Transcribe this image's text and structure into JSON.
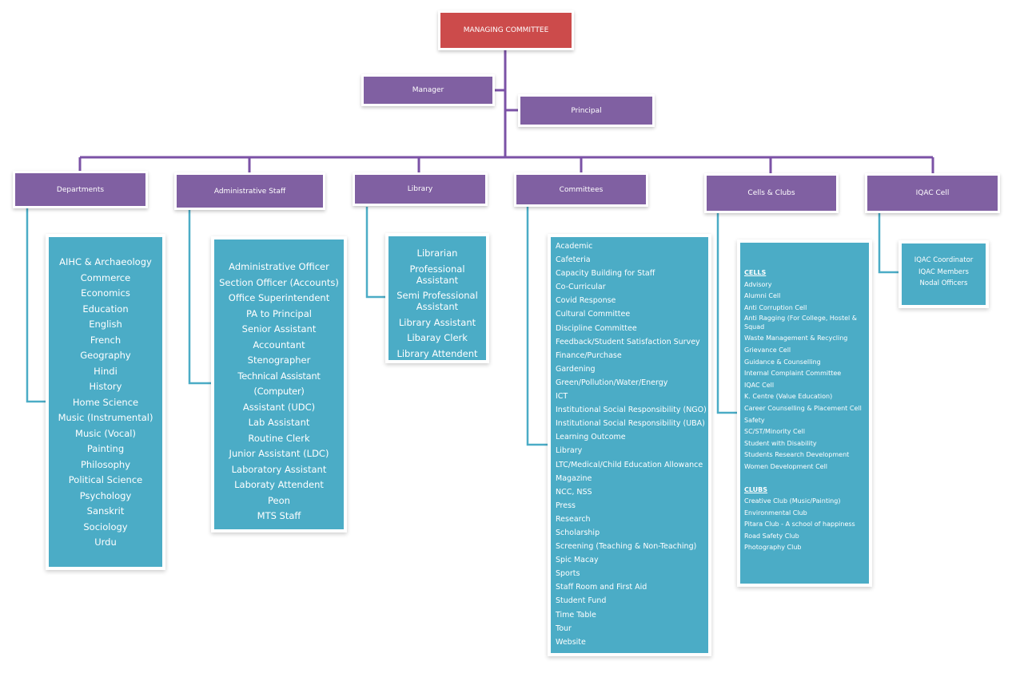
{
  "top": {
    "label": "MANAGING COMMITTEE",
    "color": "#cc4b4b"
  },
  "manager": {
    "label": "Manager"
  },
  "principal": {
    "label": "Principal"
  },
  "colors": {
    "purple": "#8060a2",
    "teal": "#4bacc6",
    "connector": "#4bacc6",
    "spine": "#7b52a6"
  },
  "branches": {
    "departments": {
      "label": "Departments",
      "items": [
        "AIHC & Archaeology",
        "Commerce",
        "Economics",
        "Education",
        "English",
        "French",
        "Geography",
        "Hindi",
        "History",
        "Home Science",
        "Music (Instrumental)",
        "Music (Vocal)",
        "Painting",
        "Philosophy",
        "Political Science",
        "Psychology",
        "Sanskrit",
        "Sociology",
        "Urdu"
      ]
    },
    "admin": {
      "label": "Administrative Staff",
      "items": [
        "Administrative Officer",
        "Section Officer (Accounts)",
        "Office Superintendent",
        "PA to Principal",
        "Senior Assistant",
        "Accountant",
        "Stenographer",
        "Technical Assistant (Computer)",
        "Assistant (UDC)",
        "Lab Assistant",
        "Routine Clerk",
        "Junior Assistant (LDC)",
        "Laboratory  Assistant",
        "Laboraty Attendent",
        "Peon",
        "MTS Staff"
      ]
    },
    "library": {
      "label": "Library",
      "items": [
        "Librarian",
        "Professional Assistant",
        "Semi Professional Assistant",
        "Library Assistant",
        "Libaray Clerk",
        "Library Attendent"
      ]
    },
    "committees": {
      "label": "Committees",
      "items": [
        "Academic",
        "Cafeteria",
        "Capacity Building for Staff",
        "Co-Curricular",
        "Covid Response",
        "Cultural Committee",
        "Discipline Committee",
        "Feedback/Student Satisfaction Survey",
        "Finance/Purchase",
        "Gardening",
        "Green/Pollution/Water/Energy",
        "ICT",
        "Institutional Social Responsibility (NGO)",
        "Institutional Social Responsibility (UBA)",
        "Learning Outcome",
        "Library",
        "LTC/Medical/Child Education Allowance",
        "Magazine",
        "NCC, NSS",
        "Press",
        "Research",
        "Scholarship",
        "Screening (Teaching & Non-Teaching)",
        "Spic Macay",
        "Sports",
        "Staff Room and First Aid",
        "Student Fund",
        "Time Table",
        "Tour",
        "Website"
      ]
    },
    "cells_clubs": {
      "label": "Cells & Clubs",
      "cells_heading": "CELLS",
      "cells": [
        "Advisory",
        "Alumni Cell",
        "Anti Corruption Cell",
        "Anti Ragging (For College, Hostel & Squad",
        "Waste Management & Recycling",
        "Grievance Cell",
        "Guidance & Counselling",
        "Internal Complaint Committee",
        "IQAC Cell",
        "K. Centre (Value Education)",
        "Career Counselling & Placement Cell",
        "Safety",
        "SC/ST/Minority Cell",
        "Student with Disability",
        "Students Research Development",
        "Women Development Cell"
      ],
      "clubs_heading": "CLUBS",
      "clubs": [
        "Creative Club (Music/Painting)",
        "Environmental Club",
        "Pitara Club -  A school of happiness",
        "Road Safety Club",
        "Photography Club"
      ]
    },
    "iqac": {
      "label": "IQAC Cell",
      "items": [
        "IQAC Coordinator",
        "IQAC Members",
        "Nodal Officers"
      ]
    }
  }
}
